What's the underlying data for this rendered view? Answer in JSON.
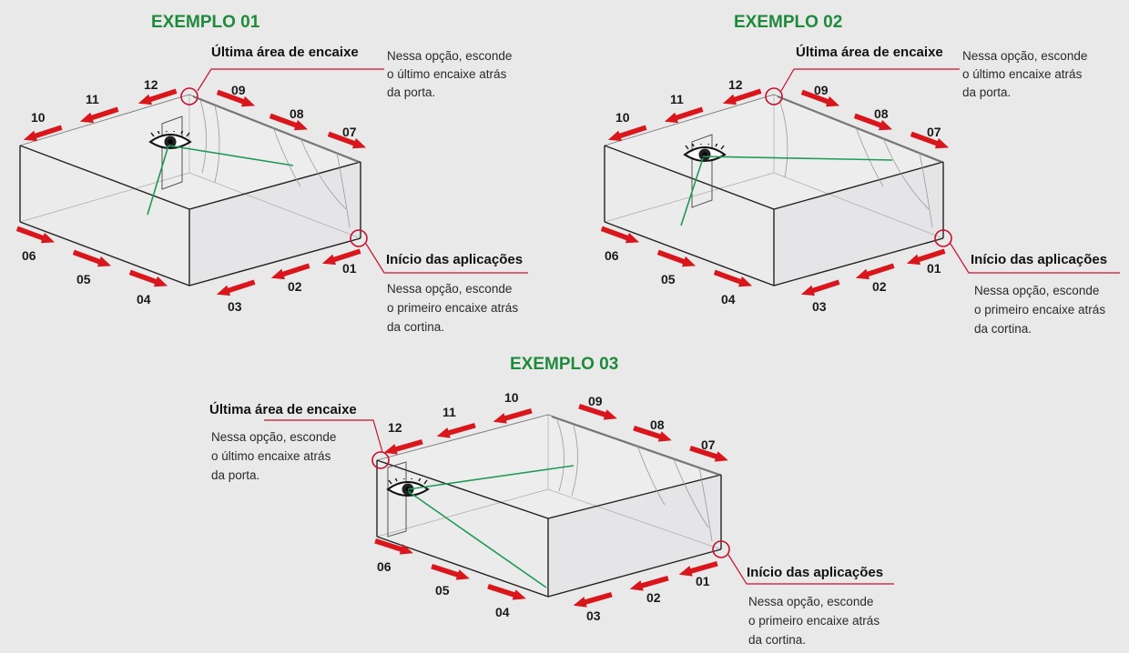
{
  "examples": [
    {
      "title": "EXEMPLO 01",
      "last_area": {
        "title": "Última área de encaixe",
        "lines": [
          "Nessa opção, esconde",
          "o último encaixe atrás",
          "da porta."
        ]
      },
      "start": {
        "title": "Início das aplicações",
        "lines": [
          "Nessa opção, esconde",
          "o primeiro encaixe atrás",
          "da cortina."
        ]
      },
      "numbers": [
        "01",
        "02",
        "03",
        "04",
        "05",
        "06",
        "07",
        "08",
        "09",
        "10",
        "11",
        "12"
      ]
    },
    {
      "title": "EXEMPLO 02",
      "last_area": {
        "title": "Última área de encaixe",
        "lines": [
          "Nessa opção, esconde",
          "o último encaixe atrás",
          "da porta."
        ]
      },
      "start": {
        "title": "Início das aplicações",
        "lines": [
          "Nessa opção, esconde",
          "o primeiro encaixe atrás",
          "da cortina."
        ]
      },
      "numbers": [
        "01",
        "02",
        "03",
        "04",
        "05",
        "06",
        "07",
        "08",
        "09",
        "10",
        "11",
        "12"
      ]
    },
    {
      "title": "EXEMPLO 03",
      "last_area": {
        "title": "Última área de encaixe",
        "lines": [
          "Nessa opção, esconde",
          "o último encaixe atrás",
          "da porta."
        ]
      },
      "start": {
        "title": "Início das aplicações",
        "lines": [
          "Nessa opção, esconde",
          "o primeiro encaixe atrás",
          "da cortina."
        ]
      },
      "numbers": [
        "01",
        "02",
        "03",
        "04",
        "05",
        "06",
        "07",
        "08",
        "09",
        "10",
        "11",
        "12"
      ]
    }
  ],
  "colors": {
    "background": "#e9e9ea",
    "title_green": "#1f8a3a",
    "arrow_red": "#d8161b",
    "sight_green": "#1f9a55",
    "leader_red": "#c8102e"
  },
  "icons": [
    "eye-icon",
    "arrow-icon",
    "circle-marker-icon"
  ]
}
